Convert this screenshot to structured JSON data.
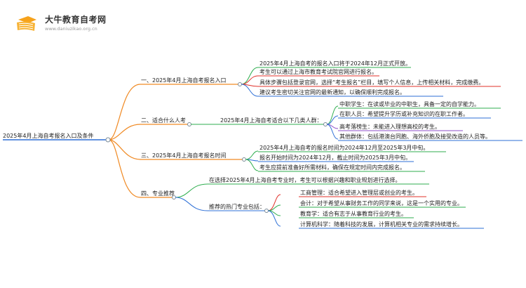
{
  "logo": {
    "site_name": "大牛教育自考网",
    "url": "www.daniuzikao.org.cn",
    "icon": "graduation-book-icon"
  },
  "colors": {
    "orange": "#f08a24",
    "green": "#2fae4f",
    "red": "#e0302a",
    "blue": "#2d6fd6",
    "purple": "#8d4cc9",
    "gray": "#7a8a96"
  },
  "root": "2025年4月上海自考报名入口及条件",
  "branches": [
    {
      "label": "一、2025年4月上海自考报名入口",
      "items": [
        "2025年4月上海自考的报名入口将于2024年12月正式开放。",
        "考生可以通过上海市教育考试院官网进行报名。",
        "具体步骤包括登录官网，选择“考生报名”栏目，填写个人信息，上传相关材料，完成缴费。",
        "建议考生密切关注官网的最新通知，以确保顺利完成报名。"
      ]
    },
    {
      "label": "二、适合什么人考",
      "sub": "2025年4月上海自考适合以下几类人群：",
      "items": [
        "中职学生：在读或毕业的中职生，具备一定的自学能力。",
        "在职人员：希望提升学历或补充知识的在职工作者。",
        "高考落榜生：未能进入理想高校的考生。",
        "其他群体：包括港澳台同胞、海外侨胞及接受改造的人员等。"
      ]
    },
    {
      "label": "三、2025年4月上海自考报名时间",
      "items": [
        "2025年4月上海自考的报名时间为2024年12月至2025年3月中旬。",
        "报名开始时间为2024年12月，截止时间为2025年3月中旬。",
        "考生应提前准备好所需材料，确保在规定时间内完成报名。"
      ]
    },
    {
      "label": "四、专业推荐",
      "intro": "在选择2025年4月上海自考专业时，考生可以根据兴趣和职业规划进行选择。",
      "sub": "推荐的热门专业包括：",
      "items": [
        "工商管理：适合希望进入管理层或创业的考生。",
        "会计：对于希望从事财务工作的同学来说，这是一个实用的专业。",
        "教育学：适合有志于从事教育行业的考生。",
        "计算机科学：随着科技的发展，计算机相关专业的需求持续增长。"
      ]
    }
  ]
}
